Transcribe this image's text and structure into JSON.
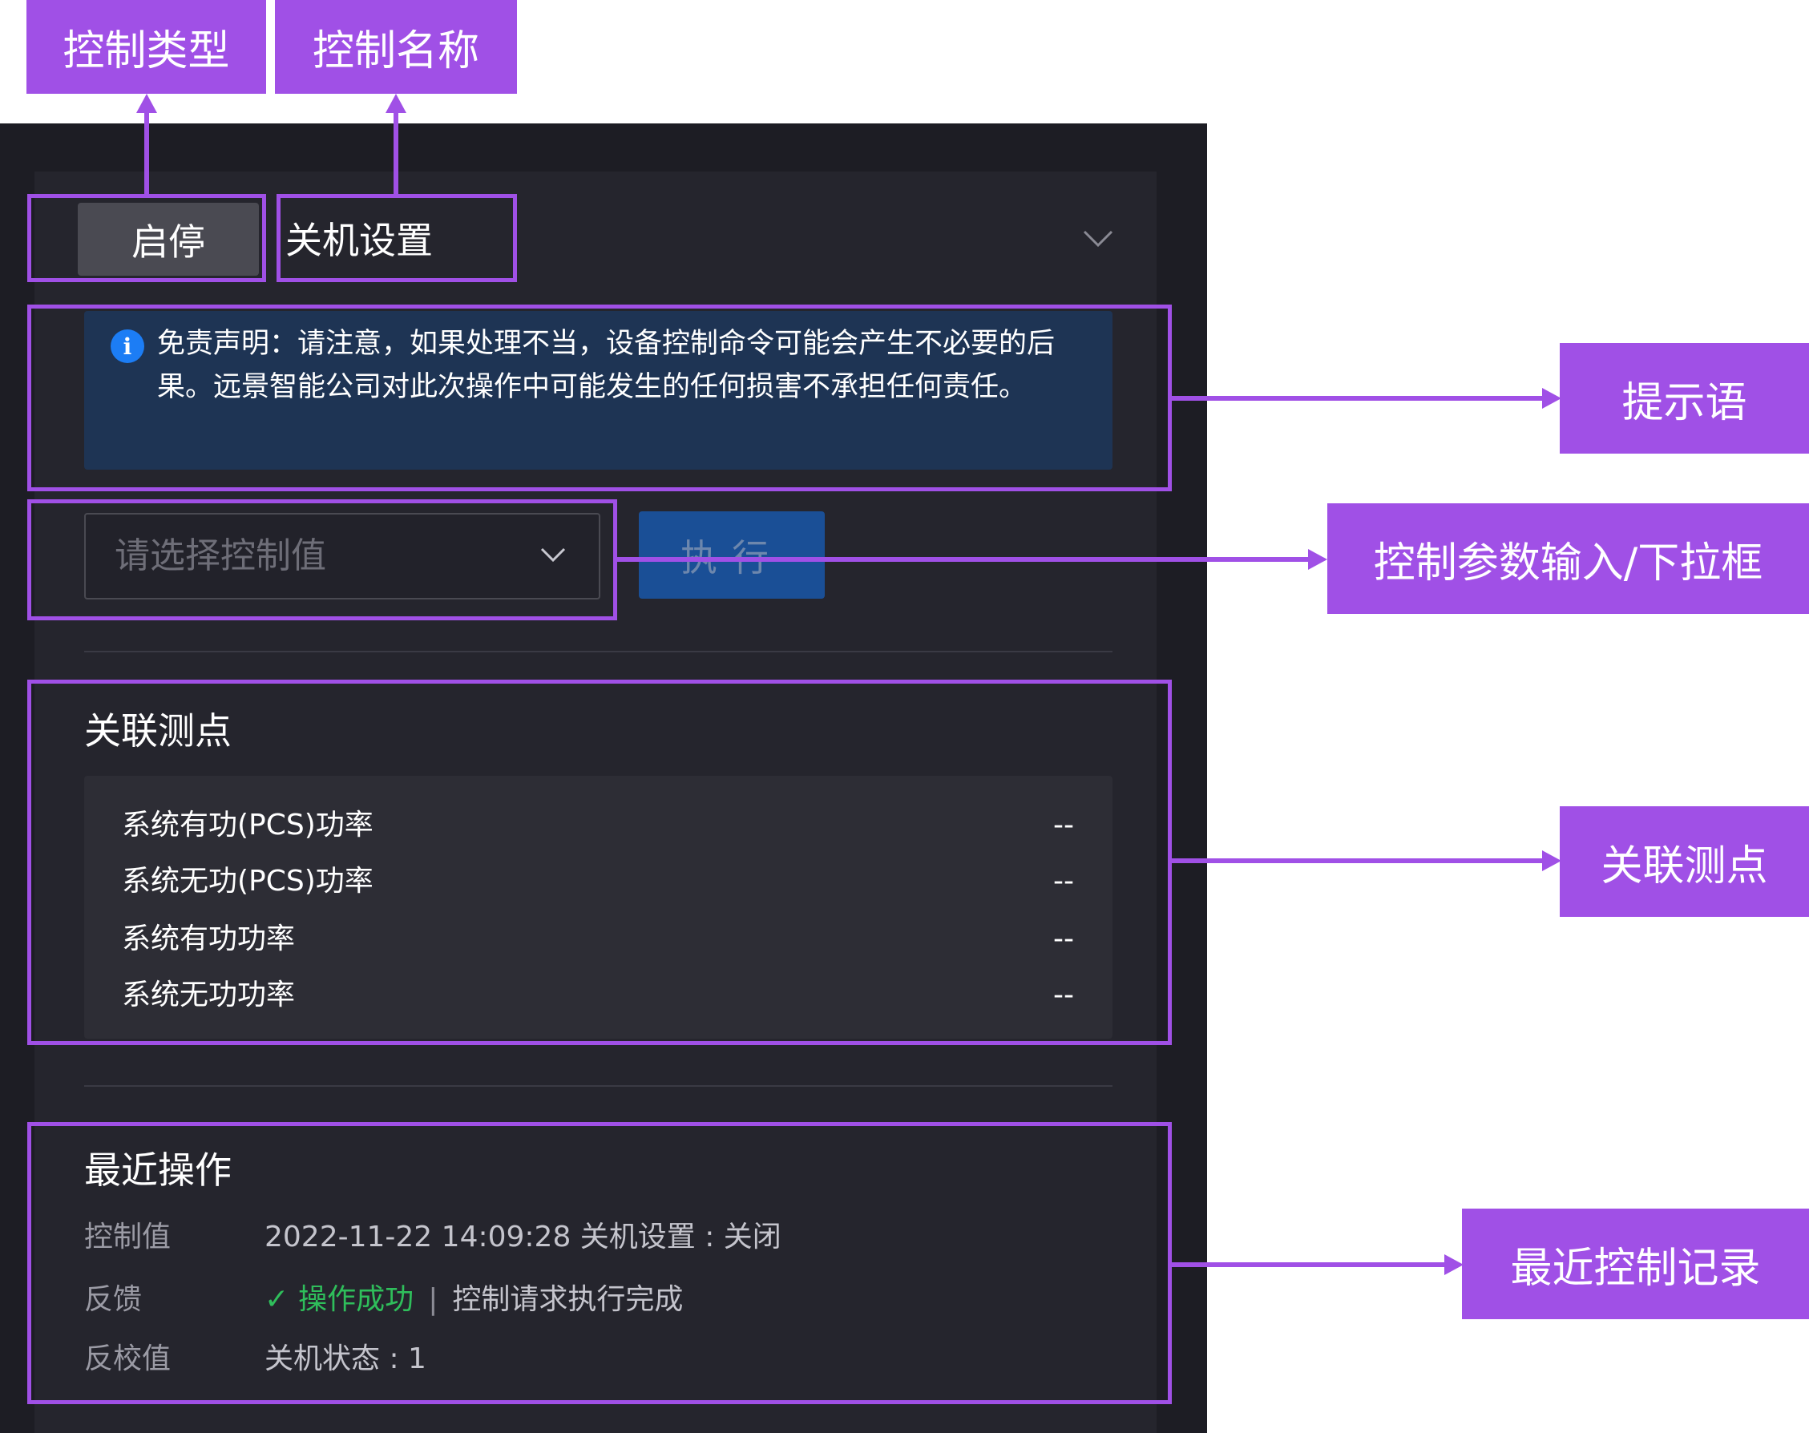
{
  "control": {
    "type_label": "启停",
    "name": "关机设置",
    "notice": "免责声明：请注意，如果处理不当，设备控制命令可能会产生不必要的后果。远景智能公司对此次操作中可能发生的任何损害不承担任何责任。",
    "select_placeholder": "请选择控制值",
    "execute_label": "执行"
  },
  "related_points": {
    "title": "关联测点",
    "items": [
      {
        "label": "系统有功(PCS)功率",
        "value": "--"
      },
      {
        "label": "系统无功(PCS)功率",
        "value": "--"
      },
      {
        "label": "系统有功功率",
        "value": "--"
      },
      {
        "label": "系统无功功率",
        "value": "--"
      }
    ]
  },
  "recent": {
    "title": "最近操作",
    "control_value_label": "控制值",
    "control_value": "2022-11-22 14:09:28 关机设置 : 关闭",
    "feedback_label": "反馈",
    "feedback_status": "操作成功",
    "feedback_separator": "|",
    "feedback_detail": "控制请求执行完成",
    "readback_label": "反校值",
    "readback_value": "关机状态 : 1"
  },
  "annotations": {
    "control_type": "控制类型",
    "control_name": "控制名称",
    "notice": "提示语",
    "input": "控制参数输入/下拉框",
    "related": "关联测点",
    "recent": "最近控制记录"
  },
  "colors": {
    "panel_bg": "#25252d",
    "notice_bg": "#1e3454",
    "accent_blue": "#1c7df5",
    "success_green": "#2fbe5b",
    "annotation_purple": "#a050e6"
  }
}
